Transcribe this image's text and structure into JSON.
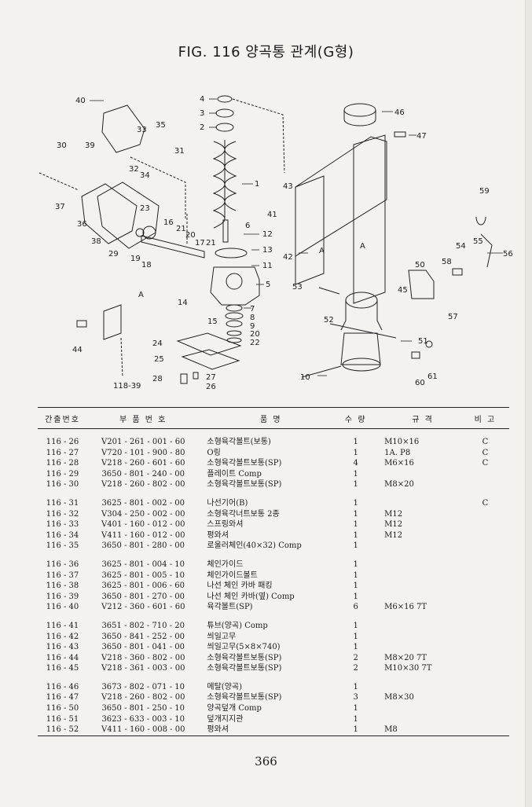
{
  "title": "FIG. 116 양곡통 관계(G형)",
  "page_number": "366",
  "callouts": [
    "40",
    "39",
    "33",
    "35",
    "30",
    "31",
    "32",
    "34",
    "37",
    "36",
    "38",
    "23",
    "29",
    "19",
    "18",
    "16",
    "21",
    "20",
    "17",
    "21",
    "14",
    "15",
    "4",
    "3",
    "2",
    "1",
    "6",
    "12",
    "13",
    "11",
    "5",
    "7",
    "8",
    "9",
    "20",
    "22",
    "24",
    "25",
    "28",
    "27",
    "26",
    "118-39",
    "44",
    "46",
    "47",
    "43",
    "41",
    "42",
    "59",
    "55",
    "54",
    "56",
    "58",
    "50",
    "53",
    "52",
    "45",
    "57",
    "51",
    "60",
    "61",
    "10",
    "A",
    "A",
    "A"
  ],
  "table": {
    "headers": [
      "간출번호",
      "부 품 번 호",
      "품     명",
      "수 량",
      "규   격",
      "비 고"
    ],
    "groups": [
      [
        {
          "no": "116 - 26",
          "part": "V201 - 261 - 001 - 60",
          "name": "소형육각볼트(보통)",
          "qty": "1",
          "spec": "M10×16",
          "remark": "C"
        },
        {
          "no": "116 - 27",
          "part": "V720 - 101 - 900 - 80",
          "name": "O링",
          "qty": "1",
          "spec": "1A. P8",
          "remark": "C"
        },
        {
          "no": "116 - 28",
          "part": "V218 - 260 - 601 - 60",
          "name": "소형육각볼트보통(SP)",
          "qty": "4",
          "spec": "M6×16",
          "remark": "C"
        },
        {
          "no": "116 - 29",
          "part": "3650 - 801 - 240 - 00",
          "name": "플레이트 Comp",
          "qty": "1",
          "spec": "",
          "remark": ""
        },
        {
          "no": "116 - 30",
          "part": "V218 - 260 - 802 - 00",
          "name": "소형육각볼트보통(SP)",
          "qty": "1",
          "spec": "M8×20",
          "remark": ""
        }
      ],
      [
        {
          "no": "116 - 31",
          "part": "3625 - 801 - 002 - 00",
          "name": "나선기어(B)",
          "qty": "1",
          "spec": "",
          "remark": "C"
        },
        {
          "no": "116 - 32",
          "part": "V304 - 250 - 002 - 00",
          "name": "소형육각너트보통 2종",
          "qty": "1",
          "spec": "M12",
          "remark": ""
        },
        {
          "no": "116 - 33",
          "part": "V401 - 160 - 012 - 00",
          "name": "스프링와셔",
          "qty": "1",
          "spec": "M12",
          "remark": ""
        },
        {
          "no": "116 - 34",
          "part": "V411 - 160 - 012 - 00",
          "name": "평와셔",
          "qty": "1",
          "spec": "M12",
          "remark": ""
        },
        {
          "no": "116 - 35",
          "part": "3650 - 801 - 280 - 00",
          "name": "로울러체인(40×32) Comp",
          "qty": "1",
          "spec": "",
          "remark": ""
        }
      ],
      [
        {
          "no": "116 - 36",
          "part": "3625 - 801 - 004 - 10",
          "name": "체인가이드",
          "qty": "1",
          "spec": "",
          "remark": ""
        },
        {
          "no": "116 - 37",
          "part": "3625 - 801 - 005 - 10",
          "name": "체인가이드볼트",
          "qty": "1",
          "spec": "",
          "remark": ""
        },
        {
          "no": "116 - 38",
          "part": "3625 - 801 - 006 - 60",
          "name": "나선 체인 카바 패킹",
          "qty": "1",
          "spec": "",
          "remark": ""
        },
        {
          "no": "116 - 39",
          "part": "3650 - 801 - 270 - 00",
          "name": "나선 체인 카바(옆) Comp",
          "qty": "1",
          "spec": "",
          "remark": ""
        },
        {
          "no": "116 - 40",
          "part": "V212 - 360 - 601 - 60",
          "name": "육각볼트(SP)",
          "qty": "6",
          "spec": "M6×16 7T",
          "remark": ""
        }
      ],
      [
        {
          "no": "116 - 41",
          "part": "3651 - 802 - 710 - 20",
          "name": "튜브(양곡) Comp",
          "qty": "1",
          "spec": "",
          "remark": ""
        },
        {
          "no": "116 - 42",
          "part": "3650 - 841 - 252 - 00",
          "name": "씌일고무",
          "qty": "1",
          "spec": "",
          "remark": ""
        },
        {
          "no": "116 - 43",
          "part": "3650 - 801 - 041 - 00",
          "name": "씌일고무(5×8×740)",
          "qty": "1",
          "spec": "",
          "remark": ""
        },
        {
          "no": "116 - 44",
          "part": "V218 - 360 - 802 - 00",
          "name": "소형육각볼트보통(SP)",
          "qty": "2",
          "spec": "M8×20 7T",
          "remark": ""
        },
        {
          "no": "116 - 45",
          "part": "V218 - 361 - 003 - 00",
          "name": "소형육각볼트보통(SP)",
          "qty": "2",
          "spec": "M10×30 7T",
          "remark": ""
        }
      ],
      [
        {
          "no": "116 - 46",
          "part": "3673 - 802 - 071 - 10",
          "name": "메탈(양곡)",
          "qty": "1",
          "spec": "",
          "remark": ""
        },
        {
          "no": "116 - 47",
          "part": "V218 - 260 - 802 - 00",
          "name": "소형육각볼트보통(SP)",
          "qty": "3",
          "spec": "M8×30",
          "remark": ""
        },
        {
          "no": "116 - 50",
          "part": "3650 - 801 - 250 - 10",
          "name": "양곡덮개 Comp",
          "qty": "1",
          "spec": "",
          "remark": ""
        },
        {
          "no": "116 - 51",
          "part": "3623 - 633 - 003 - 10",
          "name": "덮개지지관",
          "qty": "1",
          "spec": "",
          "remark": ""
        },
        {
          "no": "116 - 52",
          "part": "V411 - 160 - 008 - 00",
          "name": "평와셔",
          "qty": "1",
          "spec": "M8",
          "remark": ""
        }
      ]
    ]
  }
}
